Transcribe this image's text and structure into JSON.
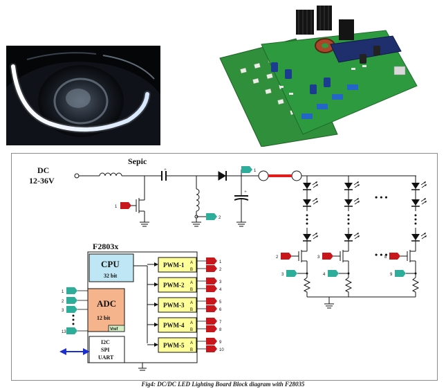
{
  "figure": {
    "caption": "Fig4: DC/DC LED Lighting Board Block diagram with F28035"
  },
  "images": {
    "headlight": "car-headlight-with-led-ring-photo",
    "board": "led-driver-evaluation-board-photo"
  },
  "schematic": {
    "dc_label": "DC",
    "voltage_label": "12-36V",
    "sepic_label": "Sepic",
    "chip_label": "F2803x",
    "cpu_label": "CPU",
    "cpu_bits": "32 bit",
    "adc_label": "ADC",
    "adc_bits": "12 bit",
    "vref_label": "Vref",
    "comm_lines": [
      "I2C",
      "SPI",
      "UART"
    ],
    "pwm_modules": [
      {
        "label": "PWM-1",
        "a": "A",
        "b": "B",
        "out_a": "1",
        "out_b": "2"
      },
      {
        "label": "PWM-2",
        "a": "A",
        "b": "B",
        "out_a": "3",
        "out_b": "4"
      },
      {
        "label": "PWM-3",
        "a": "A",
        "b": "B",
        "out_a": "5",
        "out_b": "6"
      },
      {
        "label": "PWM-4",
        "a": "A",
        "b": "B",
        "out_a": "7",
        "out_b": "8"
      },
      {
        "label": "PWM-5",
        "a": "A",
        "b": "B",
        "out_a": "9",
        "out_b": "10"
      }
    ],
    "adc_inputs": [
      "1",
      "2",
      "3",
      "13"
    ],
    "sepic_gate_signal": "1",
    "sepic_sense_signal": "2",
    "sepic_vout_signal": "1",
    "string_gate_signals": [
      "2",
      "3",
      "8"
    ],
    "string_sense_signals": [
      "3",
      "4",
      "9"
    ],
    "ellipsis": "• • •",
    "colors": {
      "pwm_flag": "#c8161d",
      "adc_flag": "#2eae9a",
      "cpu_fill": "#bfe6f4",
      "adc_fill": "#f6b48c",
      "pwm_fill": "#ffff99",
      "vref_fill": "#d2ecc3",
      "bus_line": "#e21b1b",
      "comm_arrow": "#1b2fd1"
    }
  }
}
